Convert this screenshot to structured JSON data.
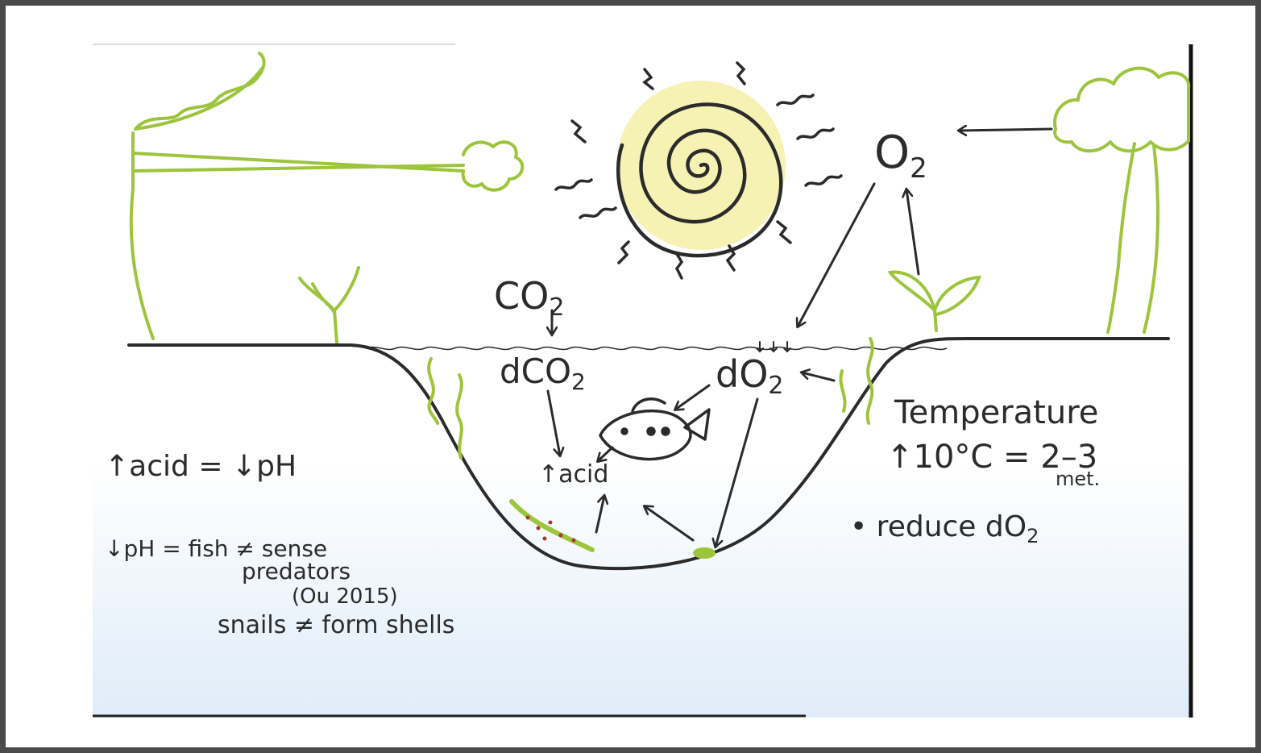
{
  "diagram": {
    "labels": {
      "co2": "CO",
      "co2_sub": "2",
      "dco2": "dCO",
      "dco2_sub": "2",
      "o2": "O",
      "o2_sub": "2",
      "do2": "dO",
      "do2_sub": "2",
      "acid_center": "↑acid",
      "acid_eq": "↑acid = ↓pH",
      "ph_line1": "↓pH =  fish ≠ sense",
      "ph_line2": "predators",
      "ph_line3": "(Ou 2015)",
      "ph_line4": "snails ≠ form shells",
      "temperature": "Temperature",
      "temp_eq": "↑10°C = 2–3",
      "temp_met": "met.",
      "reduce": "• reduce  dO",
      "reduce_sub": "2"
    },
    "colors": {
      "ink": "#2b2b2b",
      "leaf_green": "#9cc43c",
      "sun_yellow": "#f4f0a6",
      "sky_bottom": "#e3effa",
      "algae_dots": "#a33a2a"
    }
  }
}
